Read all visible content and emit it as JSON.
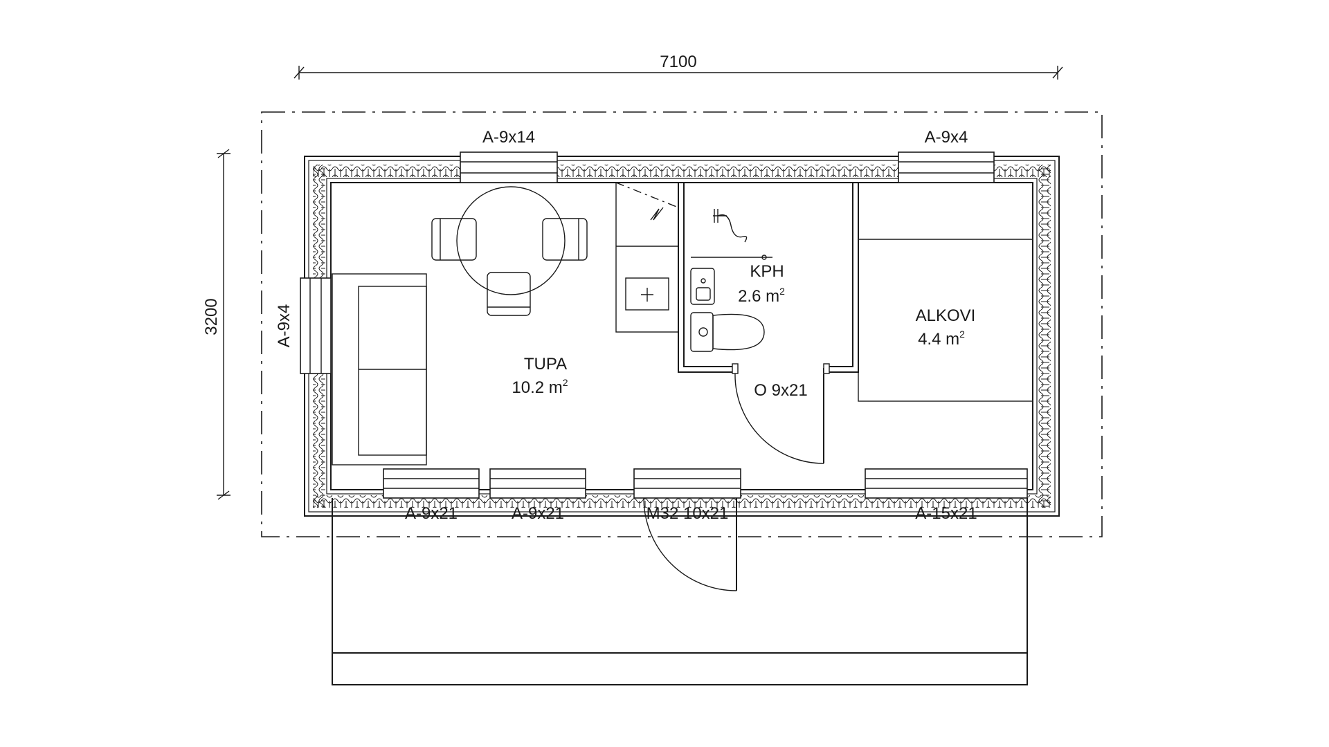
{
  "dimensions": {
    "width": "7100",
    "height": "3200"
  },
  "rooms": [
    {
      "name": "TUPA",
      "area": "10.2 m",
      "unit_sup": "2"
    },
    {
      "name": "KPH",
      "area": "2.6 m",
      "unit_sup": "2"
    },
    {
      "name": "ALKOVI",
      "area": "4.4 m",
      "unit_sup": "2"
    }
  ],
  "windows": {
    "top_left": "A-9x14",
    "top_right": "A-9x4",
    "left": "A-9x4",
    "bottom_1": "A-9x21",
    "bottom_2": "A-9x21",
    "bottom_right": "A-15x21"
  },
  "doors": {
    "interior": "O 9x21",
    "entrance": "M32 10x21"
  },
  "colors": {
    "line": "#1a1a1a",
    "background": "#ffffff"
  }
}
